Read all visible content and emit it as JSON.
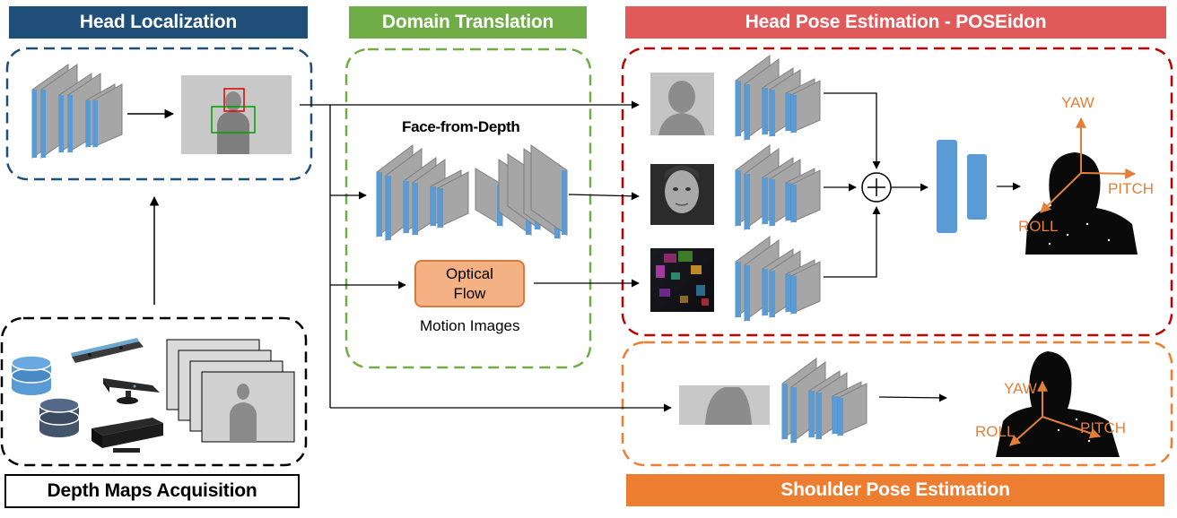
{
  "headers": {
    "head_localization": "Head Localization",
    "domain_translation": "Domain Translation",
    "head_pose": "Head Pose Estimation - POSEidon",
    "depth_maps": "Depth Maps Acquisition",
    "shoulder_pose": "Shoulder Pose Estimation"
  },
  "labels": {
    "face_from_depth": "Face-from-Depth",
    "optical_flow_line1": "Optical",
    "optical_flow_line2": "Flow",
    "motion_images": "Motion Images",
    "fusion_symbol": "+"
  },
  "axes_head": {
    "yaw": "YAW",
    "pitch": "PITCH",
    "roll": "ROLL"
  },
  "axes_shoulder": {
    "yaw": "YAW",
    "pitch": "PITCH",
    "roll": "ROLL"
  },
  "colors": {
    "head_localization": "#1f4e79",
    "domain_translation": "#70ad47",
    "head_pose": "#e05a5a",
    "shoulder_pose": "#ed7d31",
    "cnn_blue": "#5b9bd5",
    "cnn_gray": "#a6a6a6",
    "axis_orange": "#e2803a"
  }
}
